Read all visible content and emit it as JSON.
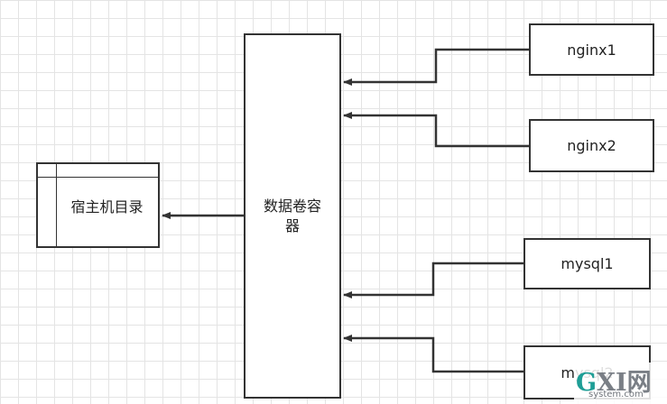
{
  "diagram": {
    "host": {
      "label": "宿主机目录"
    },
    "container": {
      "label": "数据卷容器"
    },
    "services": [
      {
        "label": "nginx1"
      },
      {
        "label": "nginx2"
      },
      {
        "label": "mysql1"
      },
      {
        "label": "mysql2"
      }
    ],
    "colors": {
      "stroke": "#333333",
      "grid": "#e4e4e4",
      "background": "#ffffff"
    }
  },
  "watermark": {
    "logo_g": "G",
    "logo_rest": "XI网",
    "site": "system.com"
  }
}
